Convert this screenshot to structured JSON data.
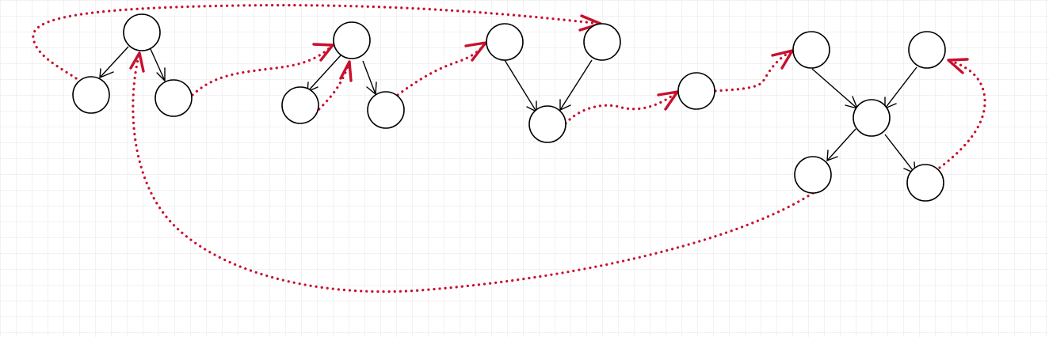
{
  "colors": {
    "background": "#ffffff",
    "grid": "#e6e6e6",
    "node_stroke": "#000000",
    "edge": "#000000",
    "link": "#c8102e"
  },
  "diagram": {
    "graphs": [
      {
        "id": "tree-a",
        "nodes": [
          "a-root",
          "a-left",
          "a-right"
        ]
      },
      {
        "id": "tree-b",
        "nodes": [
          "b-root",
          "b-left",
          "b-right"
        ]
      },
      {
        "id": "join-c",
        "nodes": [
          "c-left",
          "c-right",
          "c-bottom"
        ]
      },
      {
        "id": "single-d",
        "nodes": [
          "d"
        ]
      },
      {
        "id": "hub-e",
        "nodes": [
          "e-tl",
          "e-tr",
          "e-center",
          "e-bl",
          "e-br"
        ]
      }
    ],
    "edges": [
      [
        "a-root",
        "a-left"
      ],
      [
        "a-root",
        "a-right"
      ],
      [
        "b-root",
        "b-left"
      ],
      [
        "b-root",
        "b-right"
      ],
      [
        "c-left",
        "c-bottom"
      ],
      [
        "c-right",
        "c-bottom"
      ],
      [
        "e-tl",
        "e-center"
      ],
      [
        "e-tr",
        "e-center"
      ],
      [
        "e-center",
        "e-bl"
      ],
      [
        "e-center",
        "e-br"
      ]
    ],
    "links": [
      [
        "a-left",
        "c-right"
      ],
      [
        "a-right",
        "b-root"
      ],
      [
        "b-left",
        "b-root"
      ],
      [
        "b-right",
        "c-left"
      ],
      [
        "c-bottom",
        "d"
      ],
      [
        "d",
        "e-tl"
      ],
      [
        "e-br",
        "e-tr"
      ],
      [
        "e-bl",
        "a-root"
      ]
    ]
  }
}
